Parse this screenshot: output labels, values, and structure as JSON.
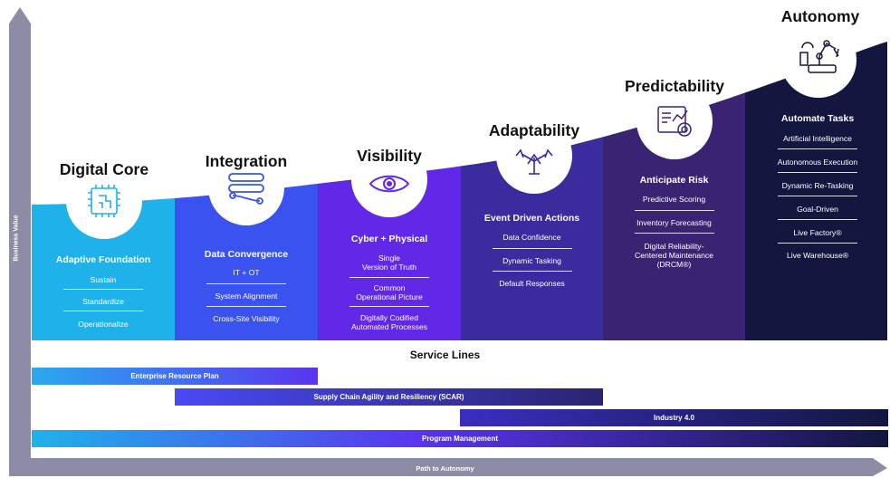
{
  "axes": {
    "vertical_label": "Business Value",
    "horizontal_label": "Path to Autonomy"
  },
  "stages": [
    {
      "title": "Digital Core",
      "icon": "chip-icon",
      "heading": "Adaptive Foundation",
      "items": [
        "Sustain",
        "Standardize",
        "Operationalize"
      ]
    },
    {
      "title": "Integration",
      "icon": "connect-icon",
      "heading": "Data Convergence",
      "items": [
        "IT + OT",
        "System Alignment",
        "Cross-Site Visibility"
      ]
    },
    {
      "title": "Visibility",
      "icon": "eye-icon",
      "heading": "Cyber + Physical",
      "items": [
        "Single\nVersion of Truth",
        "Common\nOperational Picture",
        "Digitally Codified\nAutomated Processes"
      ]
    },
    {
      "title": "Adaptability",
      "icon": "arrows-icon",
      "heading": "Event Driven Actions",
      "items": [
        "Data Confidence",
        "Dynamic Tasking",
        "Default Responses"
      ]
    },
    {
      "title": "Predictability",
      "icon": "analytics-icon",
      "heading": "Anticipate Risk",
      "items": [
        "Predictive Scoring",
        "Inventory Forecasting",
        "Digital Reliability-\nCentered Maintenance\n(DRCM®)"
      ]
    },
    {
      "title": "Autonomy",
      "icon": "robot-arm-icon",
      "heading": "Automate Tasks",
      "items": [
        "Artificial Intelligence",
        "Autonomous Execution",
        "Dynamic Re-Tasking",
        "Goal-Driven",
        "Live Factory®",
        "Live Warehouse®"
      ]
    }
  ],
  "service_lines": {
    "title": "Service Lines",
    "bars": [
      "Enterprise Resource Plan",
      "Supply Chain Agility and Resiliency (SCAR)",
      "Industry 4.0",
      "Program Management"
    ]
  },
  "colors": {
    "col1": "#1fb2ea",
    "col2": "#3a52f0",
    "col3": "#6128e8",
    "col4": "#3a2b9e",
    "col5": "#3b2374",
    "col6": "#13163f",
    "axis": "#8c8ca6"
  }
}
